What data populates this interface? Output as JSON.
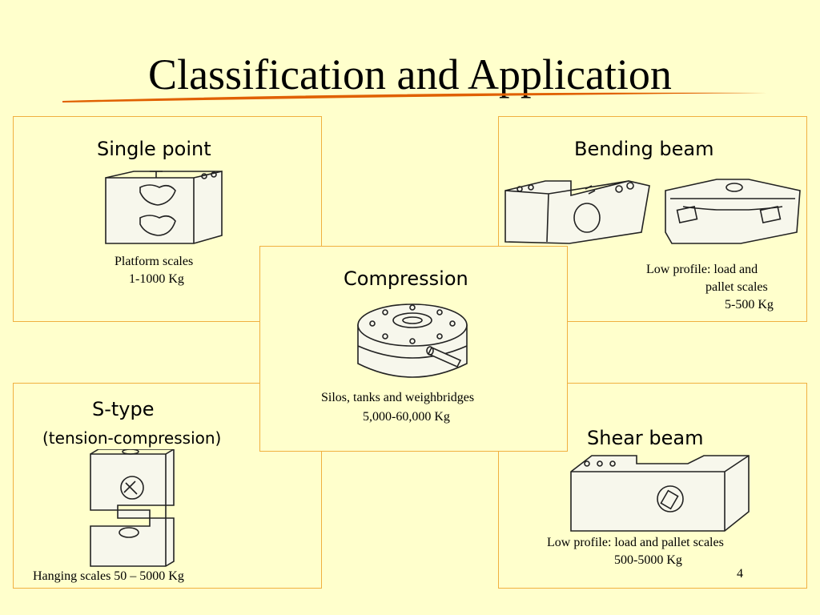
{
  "slide": {
    "title": "Classification and Application",
    "page_number": "4"
  },
  "colors": {
    "background": "#ffffcc",
    "panel_border": "#f0b040",
    "swoosh": "#e06000"
  },
  "panels": {
    "single_point": {
      "heading": "Single point",
      "caption_1": "Platform scales",
      "caption_2": "1-1000 Kg"
    },
    "bending_beam": {
      "heading": "Bending beam",
      "caption_1": "Low profile: load and",
      "caption_2": "pallet scales",
      "caption_3": "5-500 Kg"
    },
    "compression": {
      "heading": "Compression",
      "caption_1": "Silos, tanks and weighbridges",
      "caption_2": "5,000-60,000 Kg"
    },
    "s_type": {
      "heading": "S-type",
      "subheading": "(tension-compression)",
      "caption": "Hanging scales  50 – 5000 Kg"
    },
    "shear_beam": {
      "heading": "Shear beam",
      "caption_1": "Low profile: load and pallet scales",
      "caption_2": "500-5000 Kg"
    }
  }
}
